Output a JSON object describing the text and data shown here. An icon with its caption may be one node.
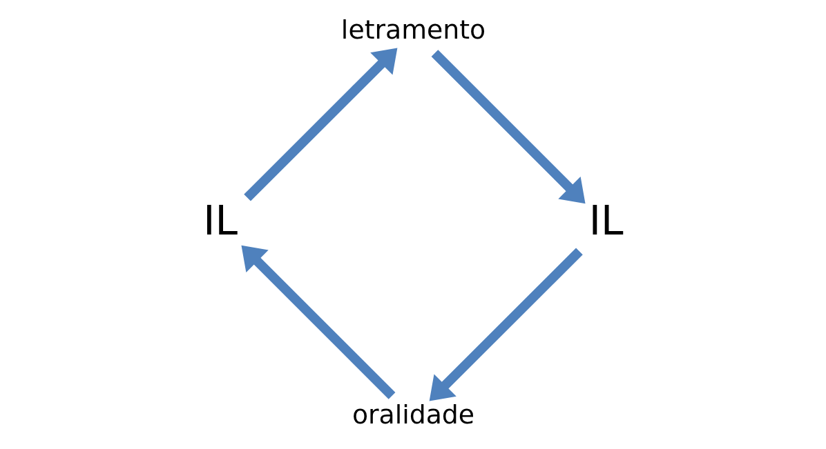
{
  "diagram": {
    "nodes": [
      {
        "text": [
          "oralidade"
        ]
      },
      {
        "text": [
          "IL"
        ]
      },
      {
        "text": [
          "letramento"
        ]
      },
      {
        "text": [
          "IL"
        ]
      }
    ],
    "edges": [
      {
        "from": 0,
        "to": 1,
        "arrow": "to"
      },
      {
        "from": 1,
        "to": 2,
        "arrow": "to"
      },
      {
        "from": 2,
        "to": 3,
        "arrow": "to"
      },
      {
        "from": 3,
        "to": 0,
        "arrow": "to"
      }
    ]
  }
}
